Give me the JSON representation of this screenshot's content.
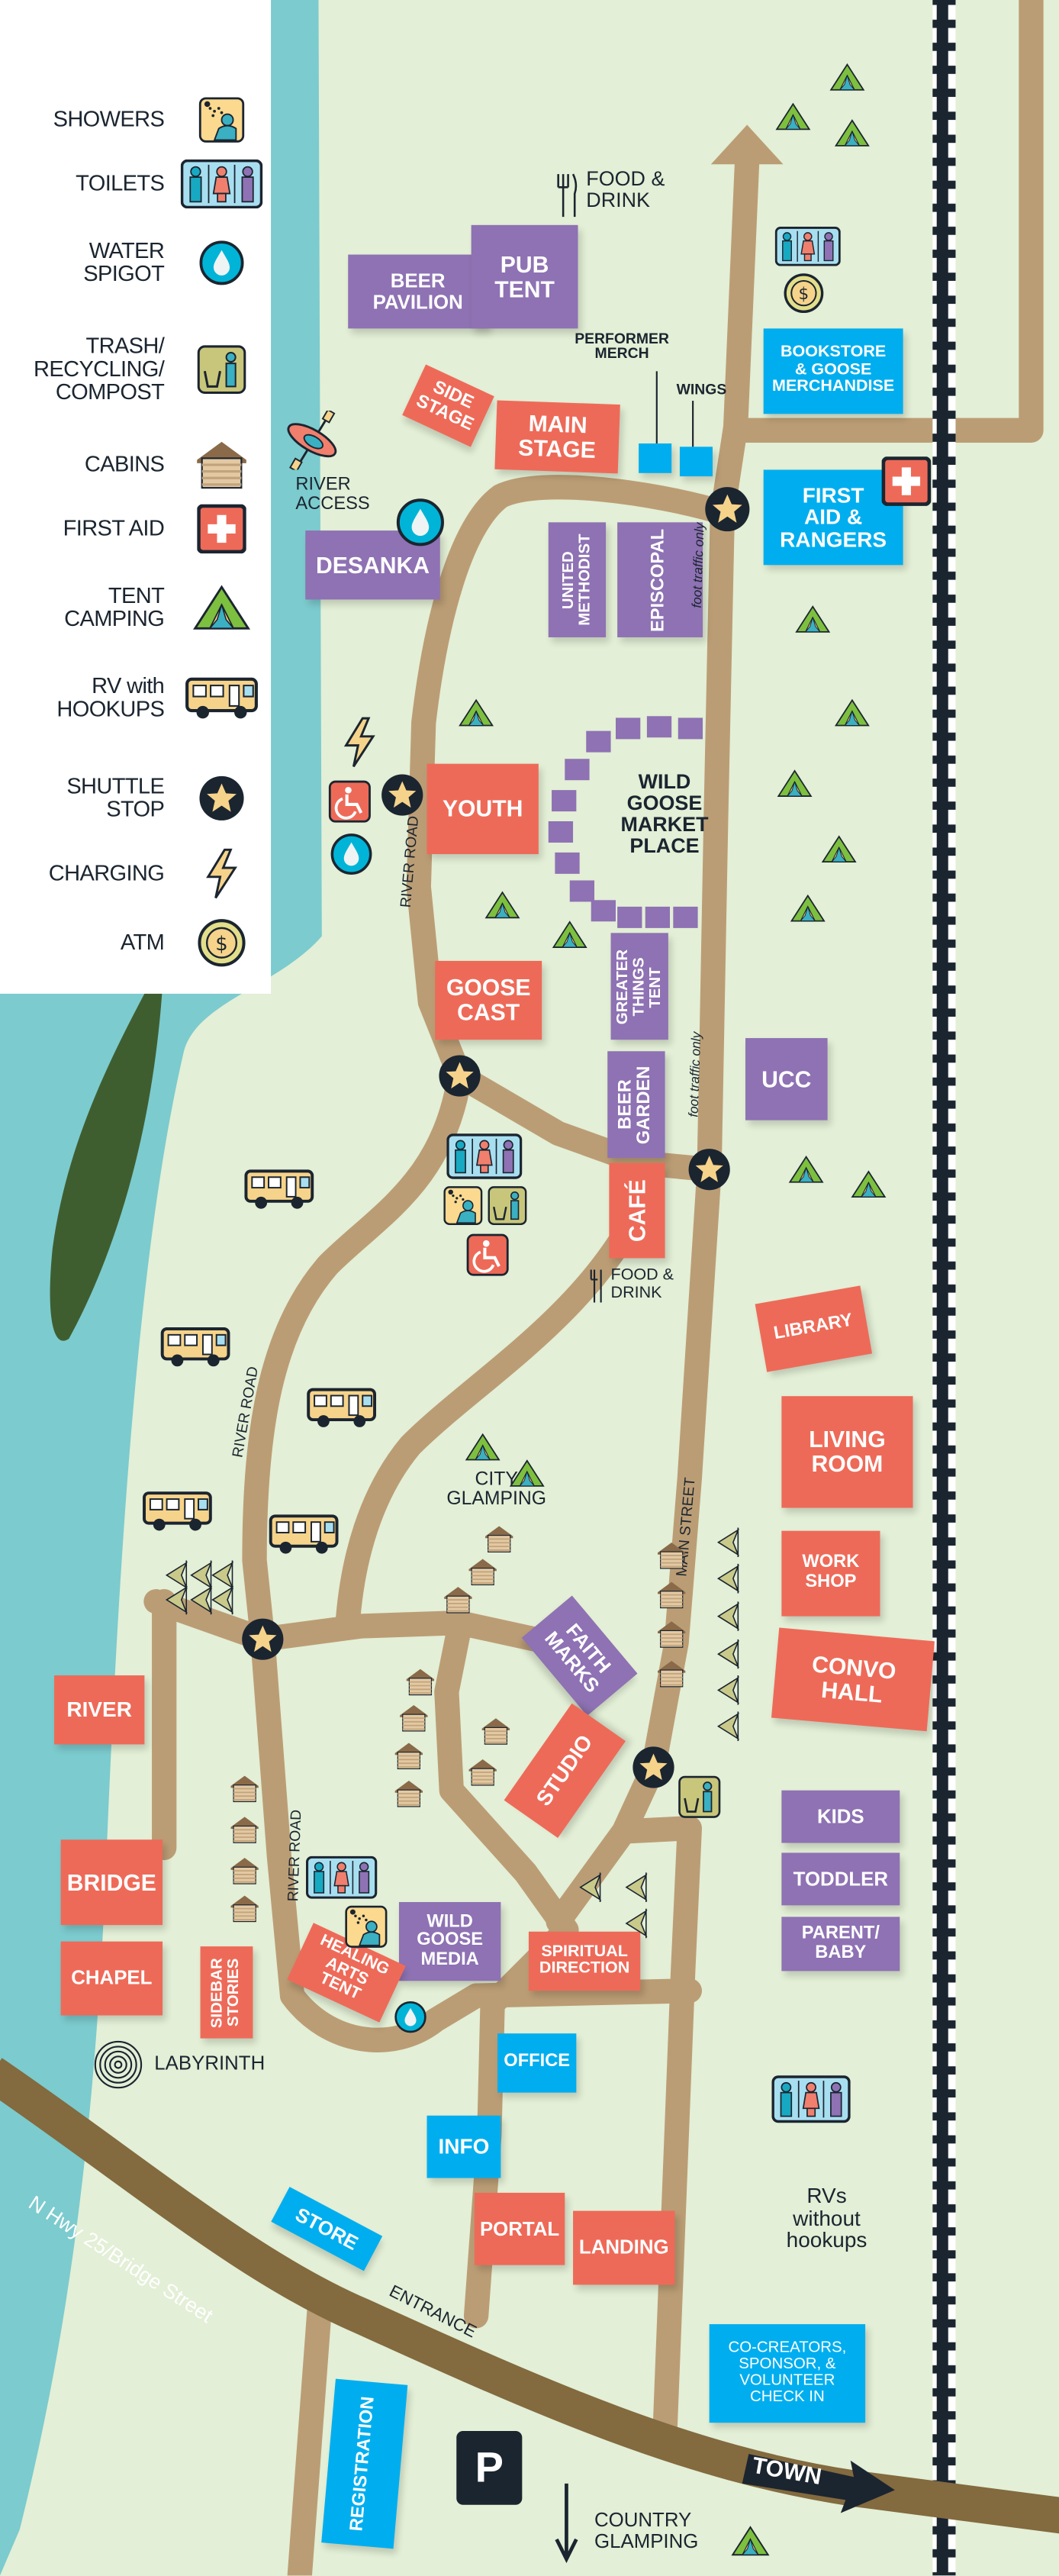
{
  "legend": [
    {
      "label": "SHOWERS",
      "icon": "shower-icon"
    },
    {
      "label": "TOILETS",
      "icon": "toilets-icon"
    },
    {
      "label": "WATER\nSPIGOT",
      "icon": "water-spigot-icon"
    },
    {
      "label": "TRASH/\nRECYCLING/\nCOMPOST",
      "icon": "trash-icon"
    },
    {
      "label": "CABINS",
      "icon": "cabin-icon"
    },
    {
      "label": "FIRST AID",
      "icon": "first-aid-icon"
    },
    {
      "label": "TENT\nCAMPING",
      "icon": "tent-icon"
    },
    {
      "label": "RV with\nHOOKUPS",
      "icon": "rv-icon"
    },
    {
      "label": "SHUTTLE\nSTOP",
      "icon": "shuttle-stop-icon"
    },
    {
      "label": "CHARGING",
      "icon": "charging-icon"
    },
    {
      "label": "ATM",
      "icon": "atm-icon"
    }
  ],
  "buildings": {
    "beer_pavilion": "BEER\nPAVILION",
    "pub_tent": "PUB\nTENT",
    "side_stage": "SIDE\nSTAGE",
    "main_stage": "MAIN\nSTAGE",
    "desanka": "DESANKA",
    "united_methodist": "UNITED\nMETHODIST",
    "episcopal": "EPISCOPAL",
    "bookstore": "BOOKSTORE\n& GOOSE\nMERCHANDISE",
    "first_aid_rangers": "FIRST\nAID &\nRANGERS",
    "youth": "YOUTH",
    "goose_cast": "GOOSE\nCAST",
    "greater_things_tent": "GREATER\nTHINGS\nTENT",
    "beer_garden": "BEER\nGARDEN",
    "ucc": "UCC",
    "cafe": "CAFÉ",
    "library": "LIBRARY",
    "living_room": "LIVING\nROOM",
    "work_shop": "WORK\nSHOP",
    "convo_hall": "CONVO\nHALL",
    "faith_marks": "FAITH\nMARKS",
    "studio": "STUDIO",
    "river": "RIVER",
    "bridge": "BRIDGE",
    "chapel": "CHAPEL",
    "sidebar_stories": "SIDEBAR\nSTORIES",
    "healing_arts_tent": "HEALING\nARTS\nTENT",
    "wild_goose_media": "WILD\nGOOSE\nMEDIA",
    "spiritual_direction": "SPIRITUAL\nDIRECTION",
    "kids": "KIDS",
    "toddler": "TODDLER",
    "parent_baby": "PARENT/\nBABY",
    "office": "OFFICE",
    "info": "INFO",
    "portal": "PORTAL",
    "landing": "LANDING",
    "store": "STORE",
    "registration": "REGISTRATION",
    "co_creators": "CO-CREATORS,\nSPONSOR, &\nVOLUNTEER\nCHECK IN"
  },
  "labels": {
    "food_drink_north": "FOOD &\nDRINK",
    "performer_merch": "PERFORMER\nMERCH",
    "wings": "WINGS",
    "river_access": "RIVER\nACCESS",
    "market_place": "WILD\nGOOSE\nMARKET\nPLACE",
    "foot_traffic_1": "foot traffic only",
    "foot_traffic_2": "foot traffic only",
    "river_road_1": "RIVER ROAD",
    "river_road_2": "RIVER ROAD",
    "river_road_3": "RIVER ROAD",
    "food_drink_cafe": "FOOD &\nDRINK",
    "city_glamping": "CITY\nGLAMPING",
    "main_street": "MAIN STREET",
    "labyrinth": "LABYRINTH",
    "highway": "N Hwy 25/Bridge Street",
    "entrance": "ENTRANCE",
    "rvs_without_hookups": "RVs\nwithout\nhookups",
    "town": "TOWN",
    "parking": "P",
    "country_glamping": "COUNTRY\nGLAMPING"
  },
  "colors": {
    "land": "#e3efd6",
    "river": "#7ccbce",
    "road": "#bb9d75",
    "highway": "#836a3f",
    "venue_purple": "#8e72b3",
    "venue_coral": "#ee6a58",
    "service_blue": "#00aeef",
    "rail": "#1b2530"
  }
}
